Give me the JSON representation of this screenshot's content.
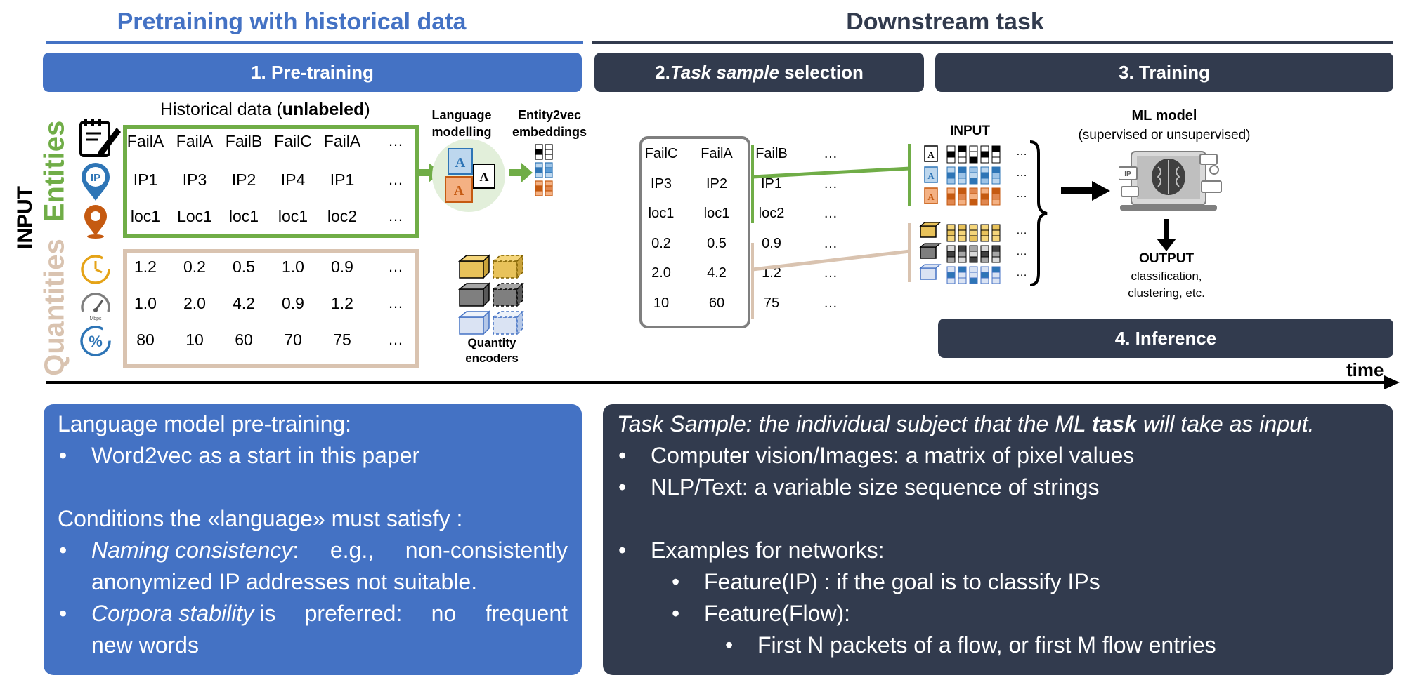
{
  "header": {
    "left_title": "Pretraining with historical data",
    "right_title": "Downstream task"
  },
  "stages": {
    "pretraining": "1. Pre-training",
    "task_sel_italic": "Task sample",
    "task_sel_prefix": "2. ",
    "task_sel_suffix": " selection",
    "training": "3. Training",
    "inference": "4. Inference"
  },
  "colors": {
    "blue": "#4472c4",
    "dark": "#323b4e",
    "green": "#70ad47",
    "beige": "#d9c3b0",
    "orange": "#c55a11"
  },
  "input_label": "INPUT",
  "entities_label": "Entities",
  "quantities_label": "Quantities",
  "historical": {
    "prefix": "Historical data (",
    "bold": "unlabeled",
    "suffix": ")"
  },
  "entity_rows": [
    [
      "FailA",
      "FailA",
      "FailB",
      "FailC",
      "FailA",
      "…"
    ],
    [
      "IP1",
      "IP3",
      "IP2",
      "IP4",
      "IP1",
      "…"
    ],
    [
      "loc1",
      "Loc1",
      "loc1",
      "loc1",
      "loc2",
      "…"
    ]
  ],
  "quantity_rows": [
    [
      "1.2",
      "0.2",
      "0.5",
      "1.0",
      "0.9",
      "…"
    ],
    [
      "1.0",
      "2.0",
      "4.2",
      "0.9",
      "1.2",
      "…"
    ],
    [
      "80",
      "10",
      "60",
      "70",
      "75",
      "…"
    ]
  ],
  "icons": {
    "entity": [
      "notepad-pen-icon",
      "ip-pin-icon",
      "location-pin-icon"
    ],
    "quantity": [
      "clock-icon",
      "speedometer-icon",
      "percent-icon"
    ],
    "speedometer_caption": "Mbps",
    "ip_badge": "IP",
    "percent_glyph": "%"
  },
  "language_modelling": "Language\nmodelling",
  "entity2vec": "Entity2vec\nembeddings",
  "quantity_encoders": "Quantity\nencoders",
  "task_sample": {
    "col1": [
      "FailC",
      "IP3",
      "loc1",
      "0.2",
      "2.0",
      "10"
    ],
    "col2": [
      "FailA",
      "IP2",
      "loc1",
      "0.5",
      "4.2",
      "60"
    ],
    "col3": [
      "FailB",
      "IP1",
      "loc2",
      "0.9",
      "1.2",
      "75"
    ],
    "dots": "…"
  },
  "training": {
    "input": "INPUT",
    "ml_model": "ML model",
    "ml_sub": "(supervised or unsupervised)",
    "output": "OUTPUT",
    "output_sub1": "classification,",
    "output_sub2": "clustering, etc.",
    "embedding_dots": "…"
  },
  "time_label": "time",
  "left_panel": {
    "line1": "Language model pre-training:",
    "bullet1": "Word2vec as a start in this paper",
    "line2": "Conditions the «language» must satisfy :",
    "b2_italic": "Naming consistency",
    "b2_text": ": e.g., non-consistently",
    "b2_cont": "anonymized IP addresses not suitable.",
    "b3_italic": "Corpora stability",
    "b3_text": " is preferred: no frequent",
    "b3_cont": "new words"
  },
  "right_panel": {
    "title_italic1": "Task Sample",
    "title_italic2": ": the individual subject that the ML ",
    "title_bold": "task",
    "title_italic3": " will take as input.",
    "bullet1": "Computer vision/Images: a matrix  of pixel values",
    "bullet2": "NLP/Text: a variable size sequence of strings",
    "bullet3": "Examples for networks:",
    "sub1": "Feature(IP) : if the goal is to classify IPs",
    "sub2": "Feature(Flow):",
    "subsub1": "First N packets of a flow, or first M flow entries"
  },
  "bullet_glyph": "•"
}
